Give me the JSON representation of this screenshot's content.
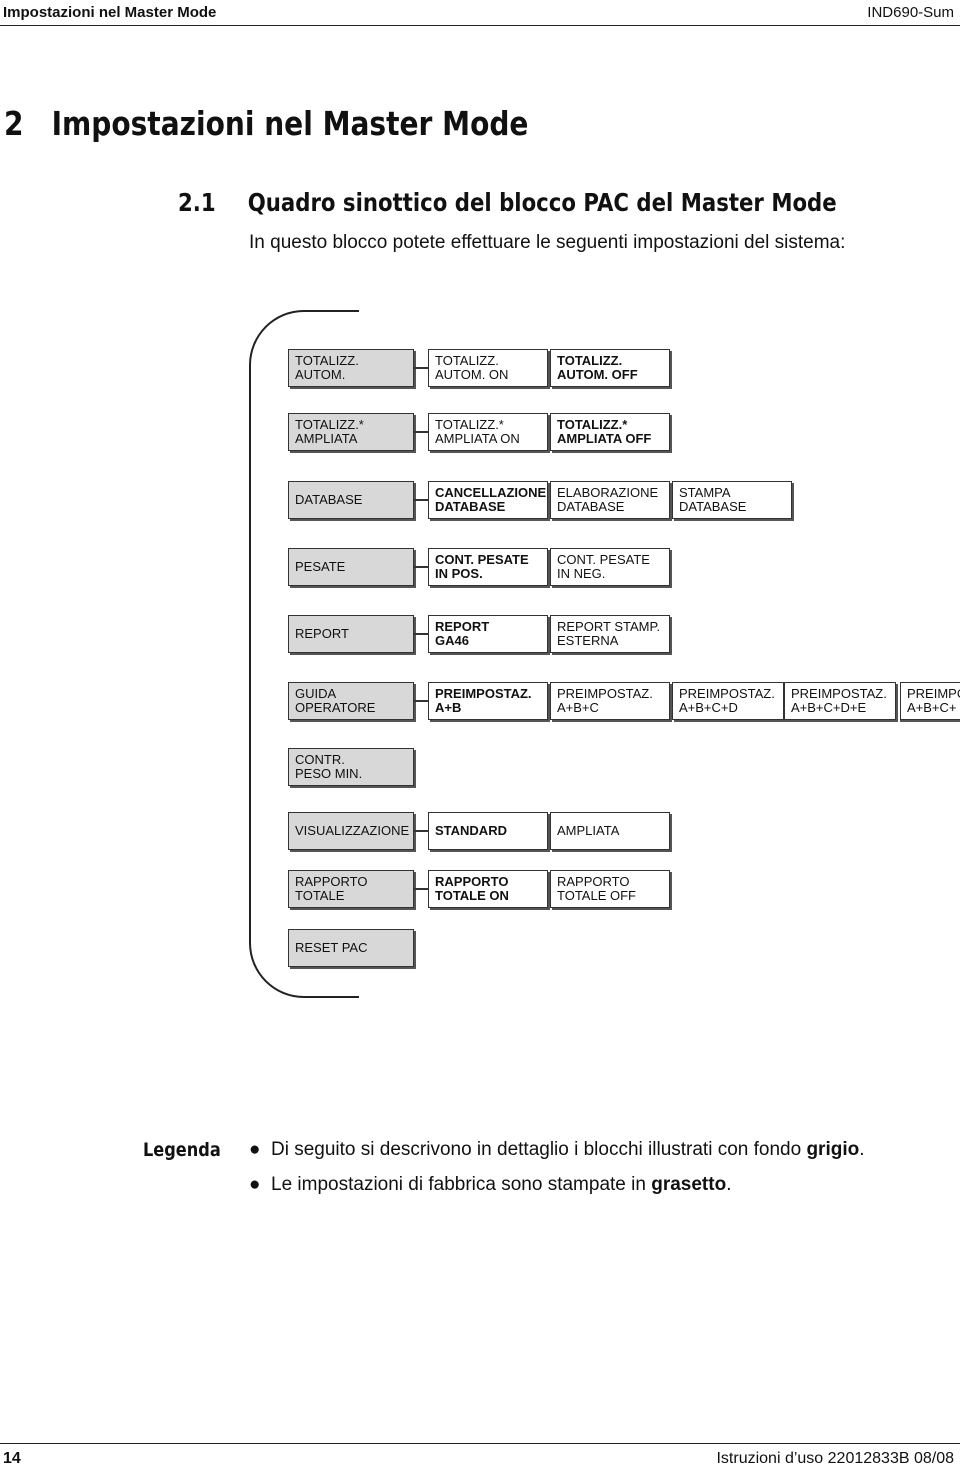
{
  "header": {
    "left": "Impostazioni nel Master Mode",
    "right": "IND690-Sum"
  },
  "section": {
    "number": "2",
    "title": "Impostazioni nel Master Mode"
  },
  "subsection": {
    "number": "2.1",
    "title": "Quadro sinottico del blocco PAC del Master Mode"
  },
  "intro": "In questo blocco potete effettuare le seguenti impostazioni del sistema:",
  "diagram": {
    "rows": [
      {
        "block": "TOTALIZZ.\nAUTOM.",
        "options": [
          {
            "text": "TOTALIZZ.\nAUTOM. ON",
            "bold": false
          },
          {
            "text": "TOTALIZZ.\nAUTOM. OFF",
            "bold": true
          }
        ]
      },
      {
        "block": "TOTALIZZ.*\nAMPLIATA",
        "options": [
          {
            "text": "TOTALIZZ.*\nAMPLIATA ON",
            "bold": false
          },
          {
            "text": "TOTALIZZ.*\nAMPLIATA OFF",
            "bold": true
          }
        ]
      },
      {
        "block": "DATABASE",
        "options": [
          {
            "text": "CANCELLAZIONE\nDATABASE",
            "bold": true
          },
          {
            "text": "ELABORAZIONE\nDATABASE",
            "bold": false
          },
          {
            "text": "STAMPA\nDATABASE",
            "bold": false
          }
        ]
      },
      {
        "block": "PESATE",
        "options": [
          {
            "text": "CONT. PESATE\nIN POS.",
            "bold": true
          },
          {
            "text": "CONT. PESATE\nIN NEG.",
            "bold": false
          }
        ]
      },
      {
        "block": "REPORT",
        "options": [
          {
            "text": "REPORT\nGA46",
            "bold": true
          },
          {
            "text": "REPORT STAMP.\nESTERNA",
            "bold": false
          }
        ]
      },
      {
        "block": "GUIDA\nOPERATORE",
        "options": [
          {
            "text": "PREIMPOSTAZ.\nA+B",
            "bold": true
          },
          {
            "text": "PREIMPOSTAZ.\nA+B+C",
            "bold": false
          },
          {
            "text": "PREIMPOSTAZ.\nA+B+C+D",
            "bold": false
          },
          {
            "text": "PREIMPOSTAZ.\nA+B+C+D+E",
            "bold": false
          },
          {
            "text": "PREIMPOSTAZ.\nA+B+C+",
            "bold": false
          }
        ]
      },
      {
        "block": "CONTR.\nPESO MIN.",
        "options": []
      },
      {
        "block": "VISUALIZZAZIONE",
        "options": [
          {
            "text": "STANDARD",
            "bold": true
          },
          {
            "text": "AMPLIATA",
            "bold": false
          }
        ]
      },
      {
        "block": "RAPPORTO\nTOTALE",
        "options": [
          {
            "text": "RAPPORTO\nTOTALE ON",
            "bold": true
          },
          {
            "text": "RAPPORTO\nTOTALE OFF",
            "bold": false
          }
        ]
      },
      {
        "block": "RESET PAC",
        "options": []
      }
    ]
  },
  "legend": {
    "label": "Legenda",
    "items": [
      {
        "text": "Di seguito si descrivono in dettaglio i blocchi illustrati con fondo ",
        "strong": "grigio",
        "end": "."
      },
      {
        "text": "Le impostazioni di fabbrica sono stampate in ",
        "strong": "grasetto",
        "end": "."
      }
    ]
  },
  "footer": {
    "page": "14",
    "doc": "Istruzioni d’uso 22012833B 08/08"
  }
}
